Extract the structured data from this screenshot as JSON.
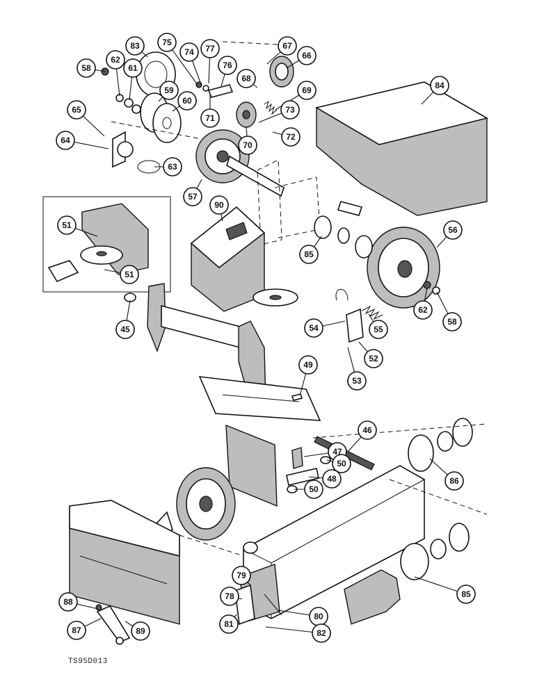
{
  "drawing_ref": "TS95D013",
  "callouts": [
    {
      "label": "58"
    },
    {
      "label": "62"
    },
    {
      "label": "61"
    },
    {
      "label": "83"
    },
    {
      "label": "75"
    },
    {
      "label": "74"
    },
    {
      "label": "77"
    },
    {
      "label": "76"
    },
    {
      "label": "67"
    },
    {
      "label": "66"
    },
    {
      "label": "68"
    },
    {
      "label": "69"
    },
    {
      "label": "59"
    },
    {
      "label": "60"
    },
    {
      "label": "65"
    },
    {
      "label": "71"
    },
    {
      "label": "73"
    },
    {
      "label": "84"
    },
    {
      "label": "64"
    },
    {
      "label": "70"
    },
    {
      "label": "72"
    },
    {
      "label": "63"
    },
    {
      "label": "57"
    },
    {
      "label": "90"
    },
    {
      "label": "51"
    },
    {
      "label": "85"
    },
    {
      "label": "56"
    },
    {
      "label": "51"
    },
    {
      "label": "45"
    },
    {
      "label": "54"
    },
    {
      "label": "55"
    },
    {
      "label": "62"
    },
    {
      "label": "58"
    },
    {
      "label": "52"
    },
    {
      "label": "53"
    },
    {
      "label": "49"
    },
    {
      "label": "46"
    },
    {
      "label": "47"
    },
    {
      "label": "50"
    },
    {
      "label": "48"
    },
    {
      "label": "50"
    },
    {
      "label": "86"
    },
    {
      "label": "85"
    },
    {
      "label": "79"
    },
    {
      "label": "78"
    },
    {
      "label": "80"
    },
    {
      "label": "88"
    },
    {
      "label": "81"
    },
    {
      "label": "82"
    },
    {
      "label": "87"
    },
    {
      "label": "89"
    }
  ]
}
